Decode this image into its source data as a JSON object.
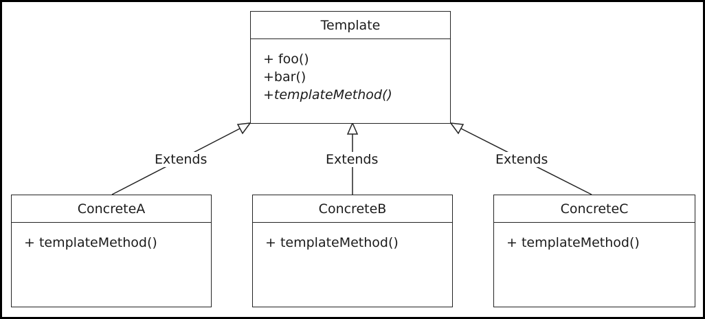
{
  "parent": {
    "name": "Template",
    "methods": [
      {
        "text": "+ foo()",
        "italic": false
      },
      {
        "text": "+bar()",
        "italic": false
      },
      {
        "text": "+templateMethod()",
        "italic": true
      }
    ]
  },
  "children": [
    {
      "name": "ConcreteA",
      "methods": [
        "+ templateMethod()"
      ]
    },
    {
      "name": "ConcreteB",
      "methods": [
        "+ templateMethod()"
      ]
    },
    {
      "name": "ConcreteC",
      "methods": [
        "+ templateMethod()"
      ]
    }
  ],
  "relations": [
    {
      "from": "ConcreteA",
      "to": "Template",
      "label": "Extends"
    },
    {
      "from": "ConcreteB",
      "to": "Template",
      "label": "Extends"
    },
    {
      "from": "ConcreteC",
      "to": "Template",
      "label": "Extends"
    }
  ],
  "colors": {
    "border": "#222222",
    "frame": "#000000",
    "background": "#ffffff"
  }
}
